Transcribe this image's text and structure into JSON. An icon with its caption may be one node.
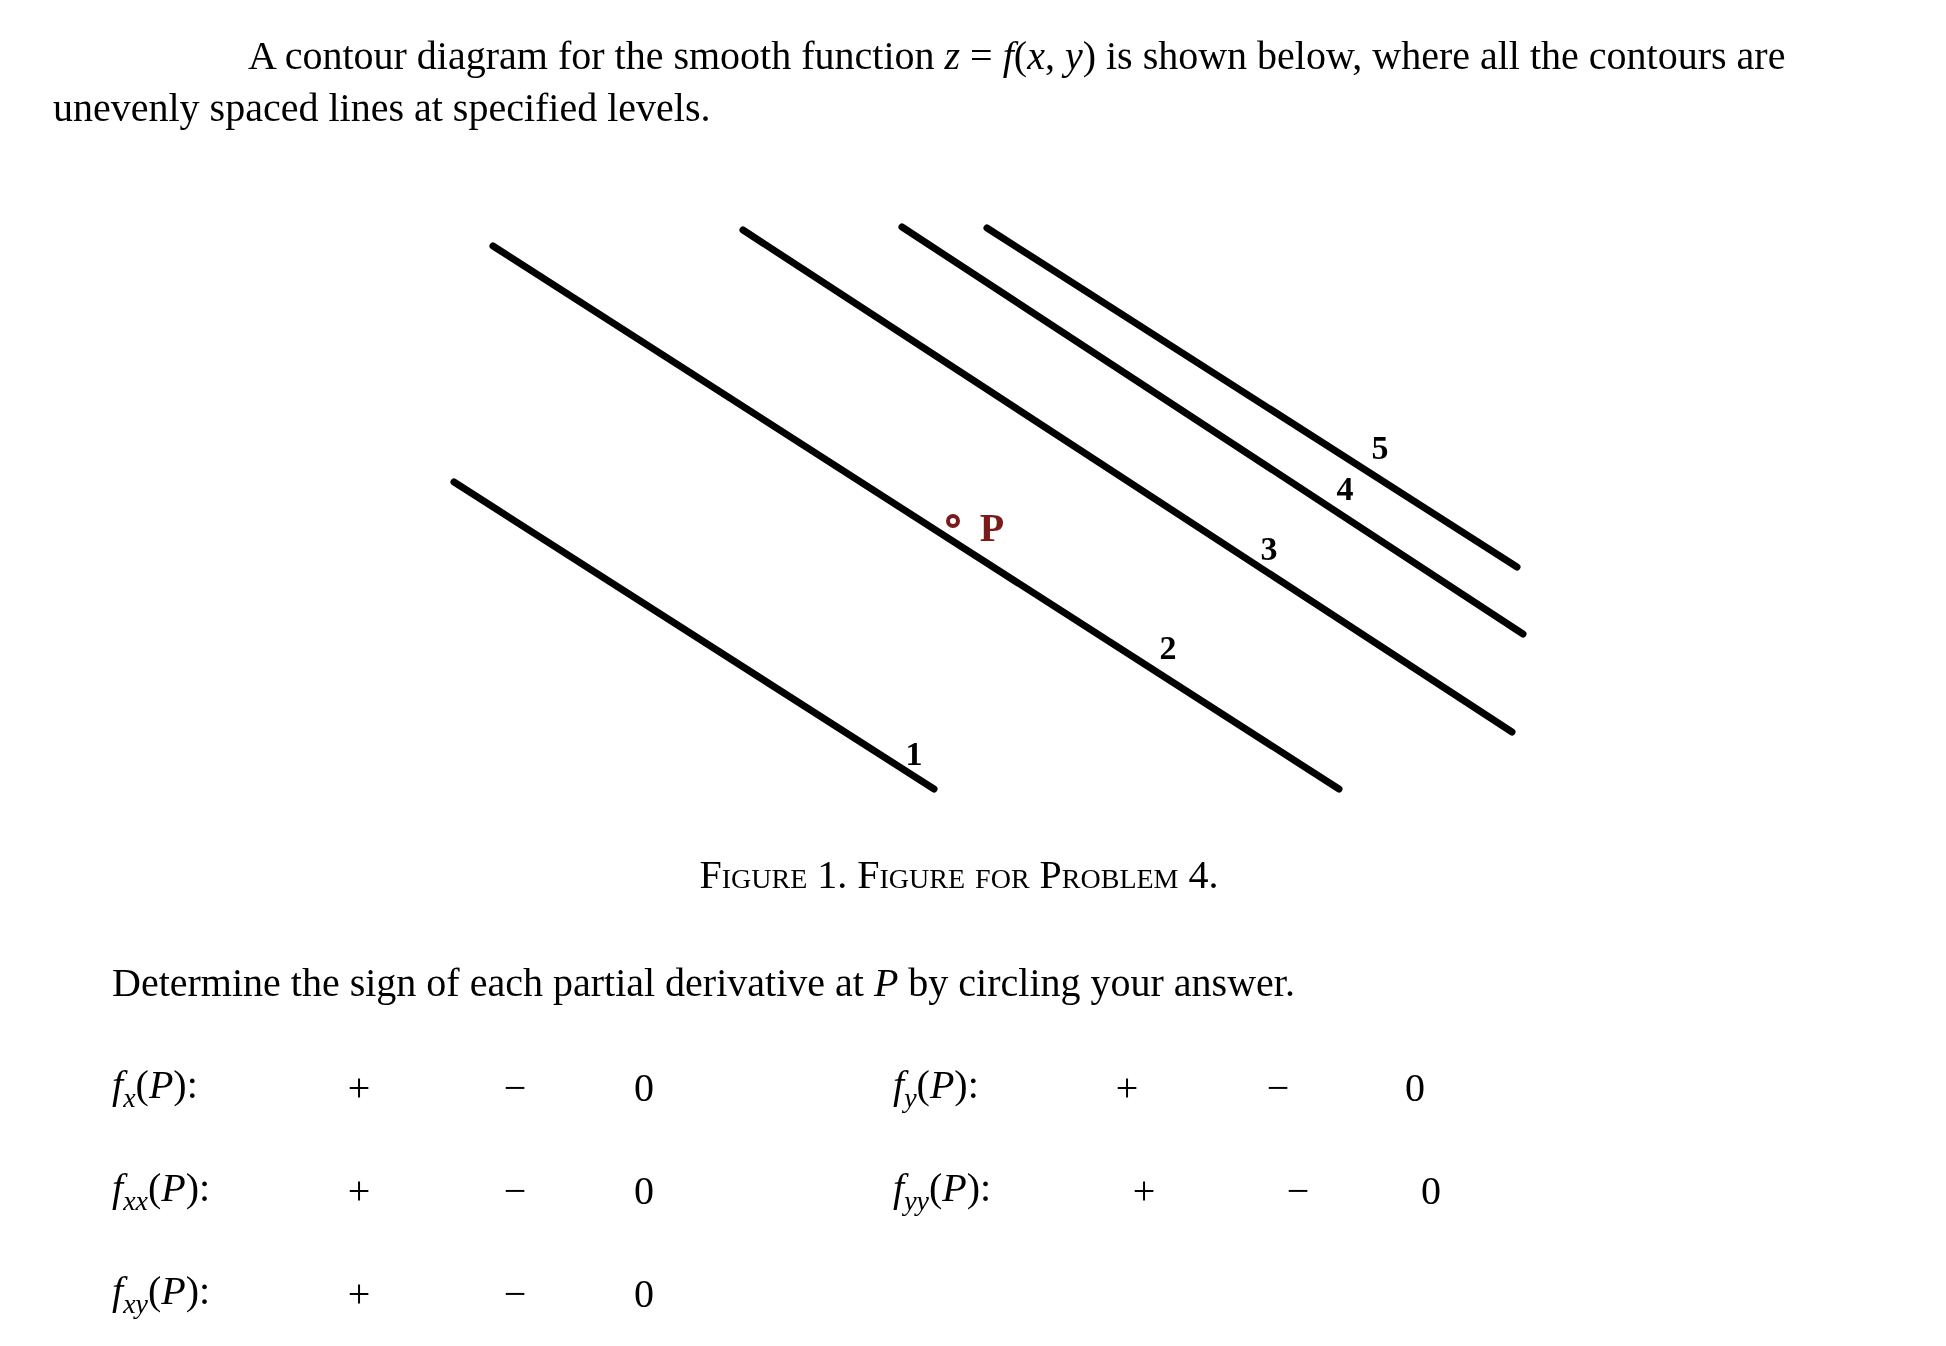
{
  "diagram": {
    "title": "A contour diagram for the smooth function *z* = *f*(*x*, *y*) is shown below, where all the contours are unevenly spaced lines at specified levels.",
    "caption": "Figure 1. Figure for Problem 4.",
    "labels": [
      "5",
      "4",
      "P",
      "3",
      "2",
      "1",
      "Determine the sign of each partial derivative at *P* by circling your answer.",
      "*f*$_{x}$(*P*):",
      "+",
      "−",
      "0",
      "*f*$_{y}$(*P*):",
      "+",
      "−",
      "0",
      "*f*$_{xx}$(*P*):",
      "+",
      "−",
      "0",
      "*f*$_{yy}$(*P*):",
      "+",
      "−",
      "0",
      "*f*$_{xy}$(*P*):",
      "+",
      "−",
      "0"
    ]
  }
}
